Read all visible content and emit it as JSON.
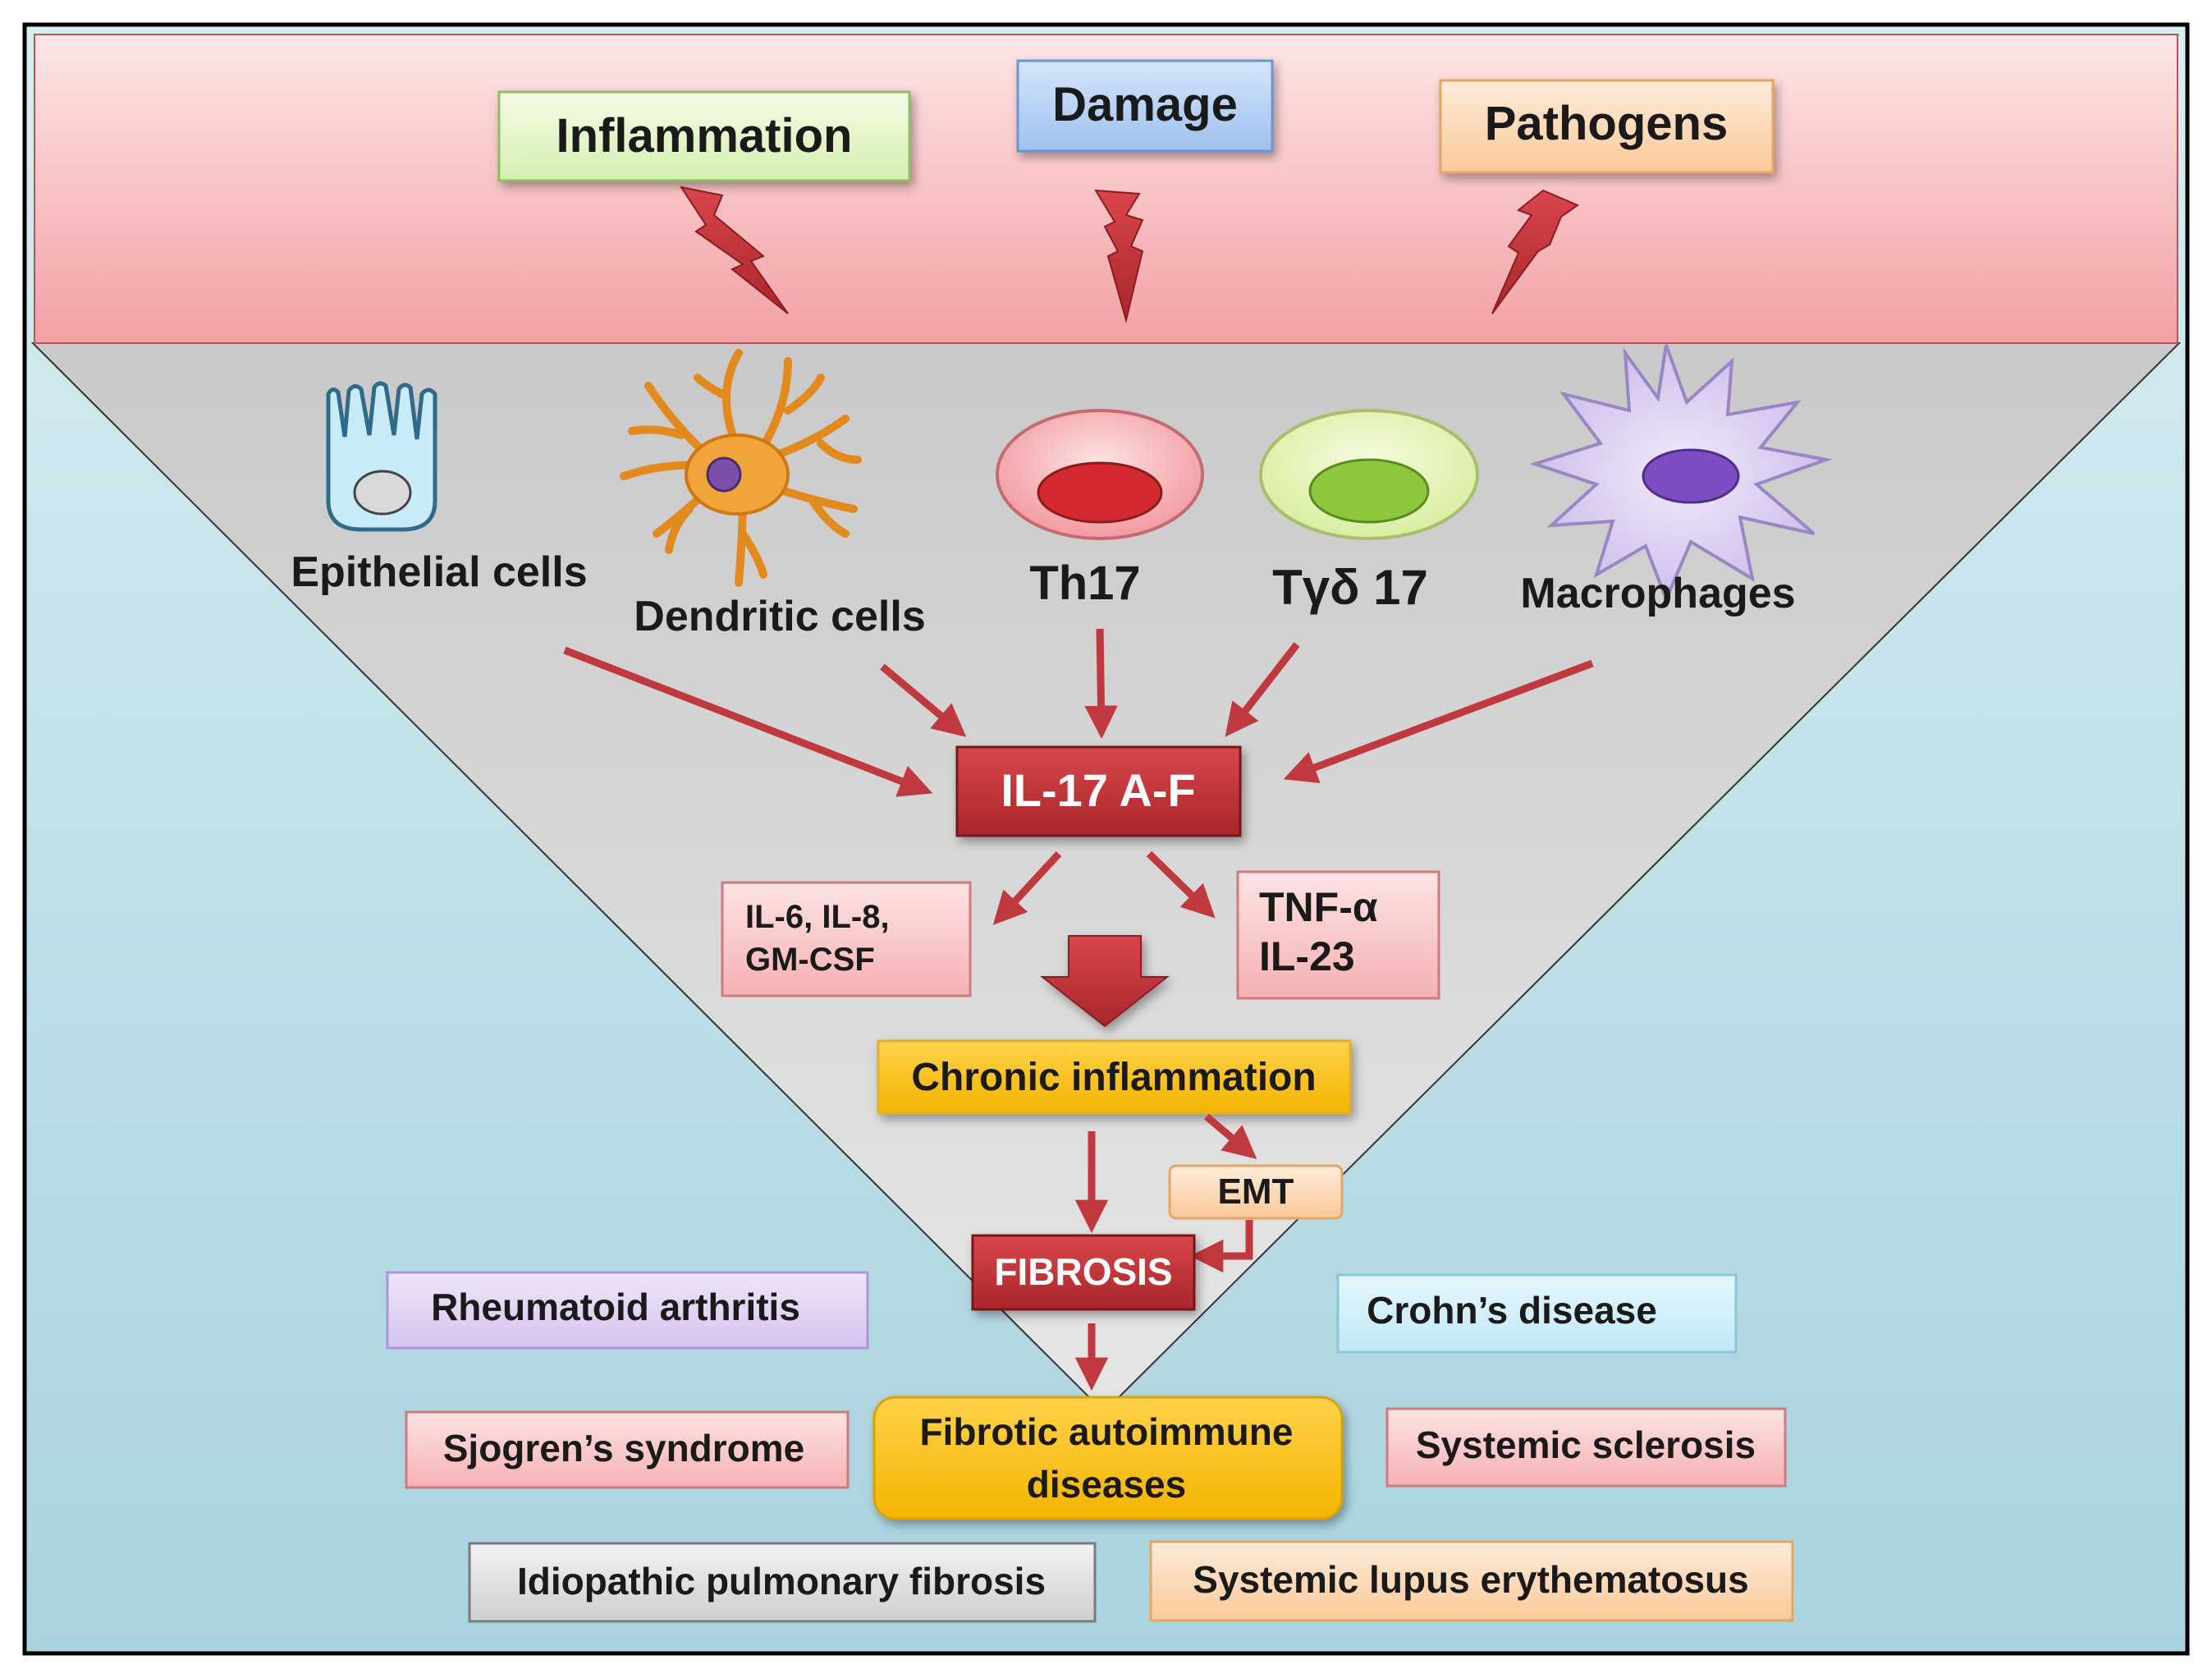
{
  "triggers": {
    "inflammation": "Inflammation",
    "damage": "Damage",
    "pathogens": "Pathogens"
  },
  "cells": {
    "epithelial": "Epithelial  cells",
    "dendritic": "Dendritic  cells",
    "th17": "Th17",
    "tgd17": "Tγδ 17",
    "macrophages": "Macrophages"
  },
  "cytokines": {
    "il17": "IL-17 A-F",
    "il6_line1": "IL-6, IL-8,",
    "il6_line2": "GM-CSF",
    "tnf_line1": "TNF-α",
    "tnf_line2": "IL-23"
  },
  "process": {
    "chronic": "Chronic inflammation",
    "emt": "EMT",
    "fibrosis": "FIBROSIS",
    "fibrotic_line1": "Fibrotic autoimmune",
    "fibrotic_line2": "diseases"
  },
  "diseases": {
    "ra": "Rheumatoid arthritis",
    "crohn": "Crohn’s disease",
    "sjogren": "Sjogren’s syndrome",
    "ssc": "Systemic sclerosis",
    "ipf": "Idiopathic pulmonary fibrosis",
    "sle": "Systemic lupus erythematosus"
  }
}
